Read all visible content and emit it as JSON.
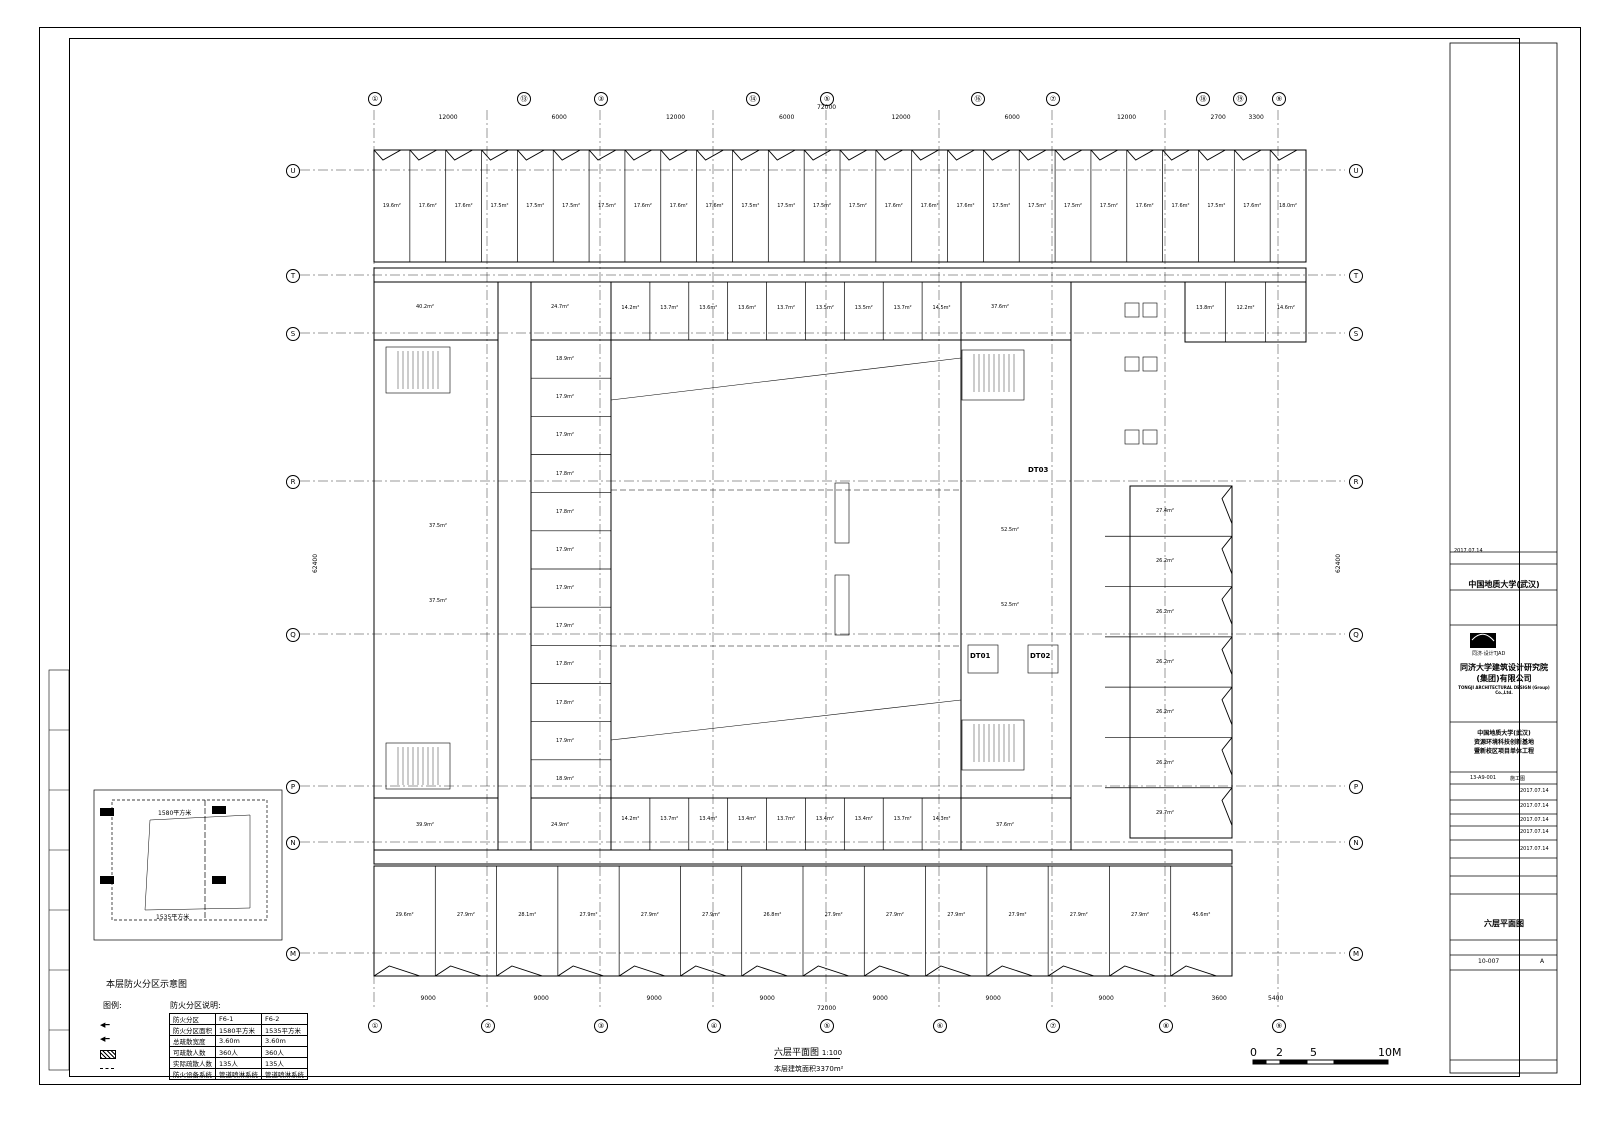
{
  "plan": {
    "title": "六层平面图",
    "scale": "1:100",
    "area_note": "本层建筑面积3370m²",
    "overall_width": "72000"
  },
  "scale_bar": {
    "labels": [
      "0",
      "2",
      "5",
      "10M"
    ]
  },
  "grid": {
    "columns": [
      "①",
      "②",
      "③",
      "④",
      "⑤",
      "⑥",
      "⑦",
      "⑧",
      "⑨"
    ],
    "top_columns": [
      "①",
      "⑬",
      "③",
      "⑭",
      "⑤",
      "⑯",
      "⑦",
      "⑱",
      "⑲",
      "⑨"
    ],
    "rows": [
      "U",
      "T",
      "S",
      "R",
      "Q",
      "P",
      "N",
      "M"
    ],
    "bottom_dims": [
      "9000",
      "9000",
      "9000",
      "9000",
      "9000",
      "9000",
      "9000",
      "3600",
      "5400"
    ],
    "top_dims": [
      "12000",
      "6000",
      "12000",
      "6000",
      "12000",
      "6000",
      "12000",
      "2700",
      "3300"
    ],
    "left_total": "62400"
  },
  "rooms": {
    "north_offices": [
      "19.6m²",
      "17.6m²",
      "17.6m²",
      "17.5m²",
      "17.5m²",
      "17.5m²",
      "17.5m²",
      "17.6m²",
      "17.6m²",
      "17.6m²",
      "17.5m²",
      "17.5m²",
      "17.5m²",
      "17.5m²",
      "17.6m²",
      "17.6m²",
      "17.6m²",
      "17.5m²",
      "17.5m²",
      "17.5m²",
      "17.5m²",
      "17.6m²",
      "17.6m²",
      "17.5m²",
      "17.6m²",
      "18.0m²"
    ],
    "second_row": [
      "14.2m²",
      "13.7m²",
      "13.6m²",
      "13.6m²",
      "13.7m²",
      "13.5m²",
      "13.5m²",
      "13.7m²",
      "14.5m²"
    ],
    "ne_offices": [
      "13.8m²",
      "12.2m²",
      "14.6m²"
    ],
    "west_offices": [
      "18.9m²",
      "17.9m²",
      "17.9m²",
      "17.8m²",
      "17.8m²",
      "17.9m²",
      "17.9m²",
      "17.9m²",
      "17.8m²",
      "17.8m²",
      "17.9m²",
      "18.9m²"
    ],
    "east_classrooms": [
      "27.4m²",
      "26.2m²",
      "26.2m²",
      "26.2m²",
      "26.2m²",
      "26.2m²",
      "29.7m²"
    ],
    "south_classrooms": [
      "29.6m²",
      "27.9m²",
      "28.1m²",
      "27.9m²",
      "27.9m²",
      "27.9m²",
      "26.8m²",
      "27.9m²",
      "27.9m²",
      "27.9m²",
      "27.9m²",
      "27.9m²",
      "27.9m²",
      "45.6m²"
    ],
    "south_inner": [
      "14.2m²",
      "13.7m²",
      "13.4m²",
      "13.4m²",
      "13.7m²",
      "13.4m²",
      "13.4m²",
      "13.7m²",
      "14.3m²"
    ],
    "named": {
      "seminar_nw": "40.2m²",
      "lounge_nw": "24.7m²",
      "fan_room_n": "37.6m²",
      "meeting_w1": "37.5m²",
      "meeting_w2": "37.5m²",
      "meeting_e1": "52.5m²",
      "meeting_e2": "52.5m²",
      "fan_room_sw": "39.9m²",
      "lounge_sw": "24.9m²",
      "lounge_se": "37.6m²"
    },
    "elevators": [
      "DT01",
      "DT02",
      "DT03"
    ]
  },
  "fire_zones": {
    "title": "本层防火分区示意图",
    "legend_label": "图例:",
    "explain_label": "防火分区说明:",
    "table": [
      [
        "防火分区",
        "F6-1",
        "F6-2"
      ],
      [
        "防火分区面积",
        "1580平方米",
        "1535平方米"
      ],
      [
        "总疏散宽度",
        "3.60m",
        "3.60m"
      ],
      [
        "可疏散人数",
        "360人",
        "360人"
      ],
      [
        "实际疏散人数",
        "135人",
        "135人"
      ],
      [
        "防火设备系统",
        "管道喷淋系统",
        "管道喷淋系统"
      ]
    ],
    "zone1": "1580平方米",
    "zone2": "1535平方米"
  },
  "title_block": {
    "client": "中国地质大学(武汉)",
    "designer_line1": "同济大学建筑设计研究院",
    "designer_line2": "(集团)有限公司",
    "designer_en": "TONGJI ARCHITECTURAL DESIGN (Group) Co.,Ltd.",
    "project_line1": "中国地质大学(武汉)",
    "project_line2": "资源环境科技创新基地",
    "project_line3": "暨新校区项目单体工程",
    "drawing_title": "六层平面图",
    "sheet_no": "10-007",
    "rev": "A",
    "dates": [
      "2017.07.14",
      "2017.07.14",
      "2017.07.14",
      "2017.07.14",
      "2017.07.14",
      "2017.07.14"
    ],
    "project_no": "13-A9-001",
    "phase": "施工图",
    "logo_text": "同济·设计TJAD"
  },
  "colors": {
    "line": "#000000",
    "paper": "#ffffff"
  }
}
